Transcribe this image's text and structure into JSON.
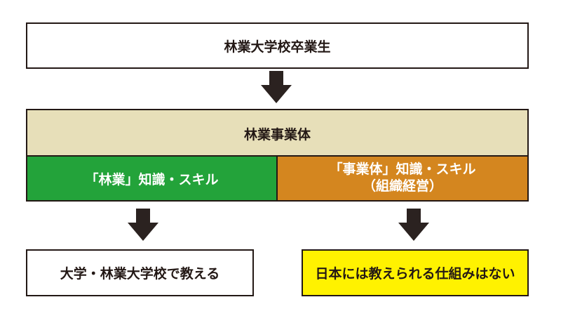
{
  "top_box": {
    "label": "林業大学校卒業生"
  },
  "entity": {
    "header_label": "林業事業体",
    "left_cell_label": "「林業」知識・スキル",
    "right_cell_label_line1": "「事業体」知識・スキル",
    "right_cell_label_line2": "（組織経営）"
  },
  "bottom_left": {
    "label": "大学・林業大学校で教える"
  },
  "bottom_right": {
    "label": "日本には教えられる仕組みはない"
  },
  "colors": {
    "outline": "#231815",
    "header_bg": "#e7dfb9",
    "green": "#23a33a",
    "orange": "#d4861f",
    "yellow": "#fff200",
    "arrow": "#2b2220"
  },
  "icons": [
    "arrow-down-icon"
  ]
}
